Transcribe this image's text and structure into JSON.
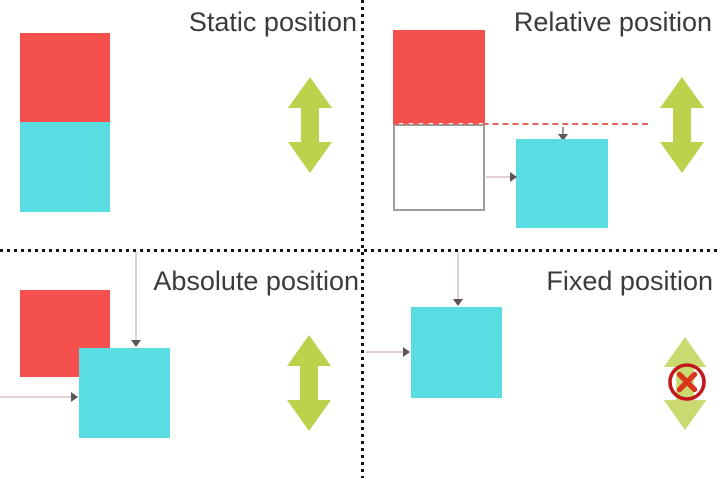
{
  "figure_title": "CSS position types diagram",
  "quadrants": {
    "static": {
      "label": "Static position"
    },
    "relative": {
      "label": "Relative position"
    },
    "absolute": {
      "label": "Absolute position"
    },
    "fixed": {
      "label": "Fixed position"
    }
  },
  "colors": {
    "red_box": "#f4514e",
    "cyan_box": "#5adde2",
    "arrow_green": "#bdd14d",
    "title_text": "#3b3b3b",
    "divider_dot": "#141414",
    "ghost_border": "#9e9e9e",
    "offset_dash": "#e06561",
    "pointer_line": "#e3ced2",
    "pointer_head": "#5c5456",
    "no_sign_ring": "#c2181c",
    "no_sign_x": "#d8351c"
  },
  "icons": {
    "scroll_arrow": "double-vertical-arrow",
    "no_scroll": "crossed-out-circle"
  }
}
